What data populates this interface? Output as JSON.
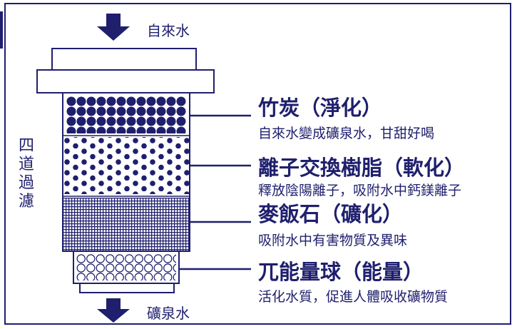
{
  "colors": {
    "ink": "#1f1f6e",
    "background": "#ffffff"
  },
  "flow": {
    "in_label": "自來水",
    "out_label": "礦泉水"
  },
  "side_label": [
    "四",
    "道",
    "過",
    "濾"
  ],
  "layers": [
    {
      "title": "竹炭（淨化）",
      "desc": "自來水變成礦泉水，甘甜好喝",
      "pattern": "dense-dots"
    },
    {
      "title": "離子交換樹脂（軟化）",
      "desc": "釋放陰陽離子，吸附水中鈣鎂離子",
      "pattern": "sparse-dots"
    },
    {
      "title": "麥飯石（礦化）",
      "desc": "吸附水中有害物質及異味",
      "pattern": "grid"
    },
    {
      "title": "兀能量球（能量）",
      "desc": "活化水質，促進人體吸收礦物質",
      "pattern": "circles"
    }
  ]
}
